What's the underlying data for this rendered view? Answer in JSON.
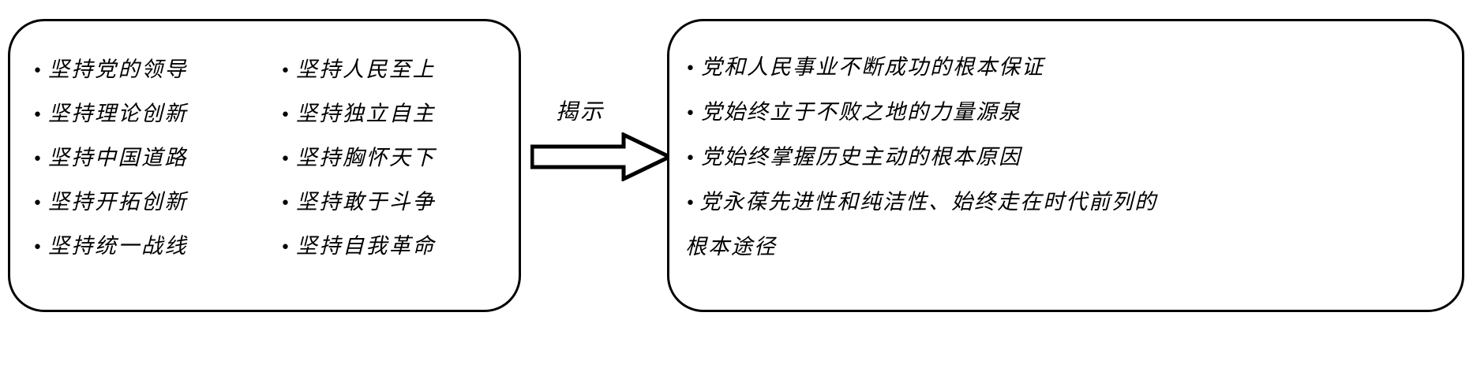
{
  "diagram": {
    "type": "two-box-flow",
    "left_box": {
      "name": "ten-insistences",
      "columns": [
        {
          "items": [
            "坚持党的领导",
            "坚持理论创新",
            "坚持中国道路",
            "坚持开拓创新",
            "坚持统一战线"
          ]
        },
        {
          "items": [
            "坚持人民至上",
            "坚持独立自主",
            "坚持胸怀天下",
            "坚持敢于斗争",
            "坚持自我革命"
          ]
        }
      ]
    },
    "connector": {
      "label": "揭示",
      "icon": "block-arrow-right-icon",
      "direction": "right"
    },
    "right_box": {
      "name": "revealed-conclusions",
      "items": [
        "党和人民事业不断成功的根本保证",
        "党始终立于不败之地的力量源泉",
        "党始终掌握历史主动的根本原因",
        "党永葆先进性和纯洁性、始终走在时代前列的"
      ],
      "continuation": "根本途径"
    },
    "bullet_glyph": "•",
    "colors": {
      "stroke": "#000000",
      "background": "#ffffff",
      "text": "#000000"
    }
  }
}
